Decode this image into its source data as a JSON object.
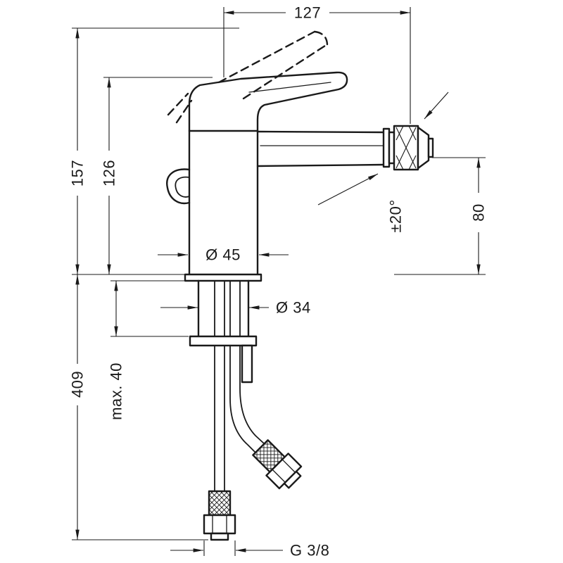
{
  "drawing": {
    "title": "Single-lever bidet mixer – dimensional drawing",
    "background": "#ffffff",
    "line_color": "#1a1a1a",
    "dimensions": {
      "spout_reach": "127",
      "total_height": "157",
      "body_height": "126",
      "below_deck_length": "409",
      "max_deck_thickness": "max. 40",
      "base_diameter": "Ø 45",
      "tap_hole_diameter": "Ø 34",
      "outlet_height": "80",
      "spray_angle": "±20°",
      "connection_thread": "G 3/8"
    }
  }
}
